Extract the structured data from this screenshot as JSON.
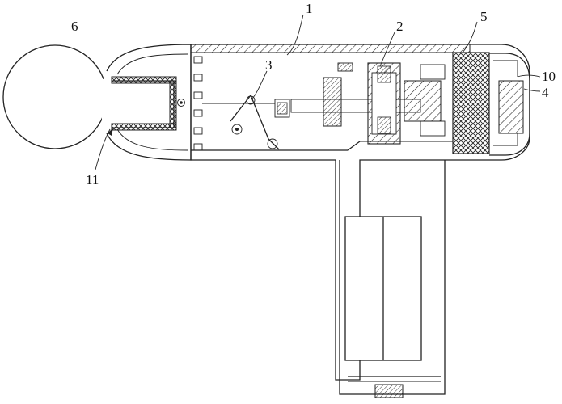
{
  "figure": {
    "labels": {
      "l1": "1",
      "l2": "2",
      "l3": "3",
      "l4": "4",
      "l5": "5",
      "l6": "6",
      "l10": "10",
      "l11": "11"
    },
    "colors": {
      "line": "#222222",
      "background": "#ffffff"
    }
  }
}
